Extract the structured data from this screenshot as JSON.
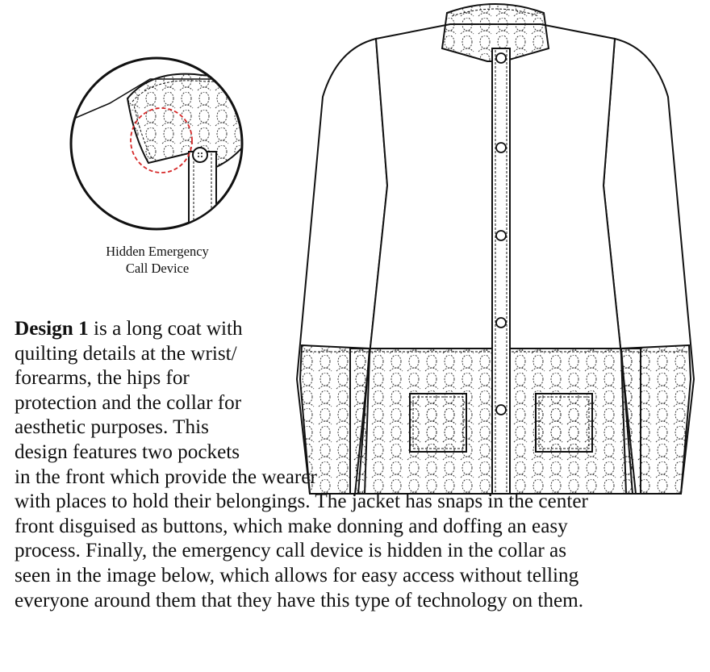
{
  "figure": {
    "detail_caption_lines": [
      "Hidden Emergency",
      "Call Device"
    ]
  },
  "description": {
    "design_label": "Design 1",
    "lines": [
      " is a long coat with",
      "quilting details at the wrist/",
      "forearms, the hips for",
      "protection and the collar for",
      "aesthetic purposes. This",
      "design features two pockets",
      "in the front which provide the wearer",
      "with places to hold their belongings. The jacket has snaps in the center",
      "front disguised as buttons, which make donning and doffing an easy",
      "process. Finally, the emergency call device is hidden in the collar as",
      "seen in the image below, which allows for easy access without telling",
      "everyone around them that they have this type of technology on them."
    ]
  },
  "colors": {
    "line": "#111111",
    "highlight_circle": "#d62828",
    "background": "#ffffff"
  }
}
